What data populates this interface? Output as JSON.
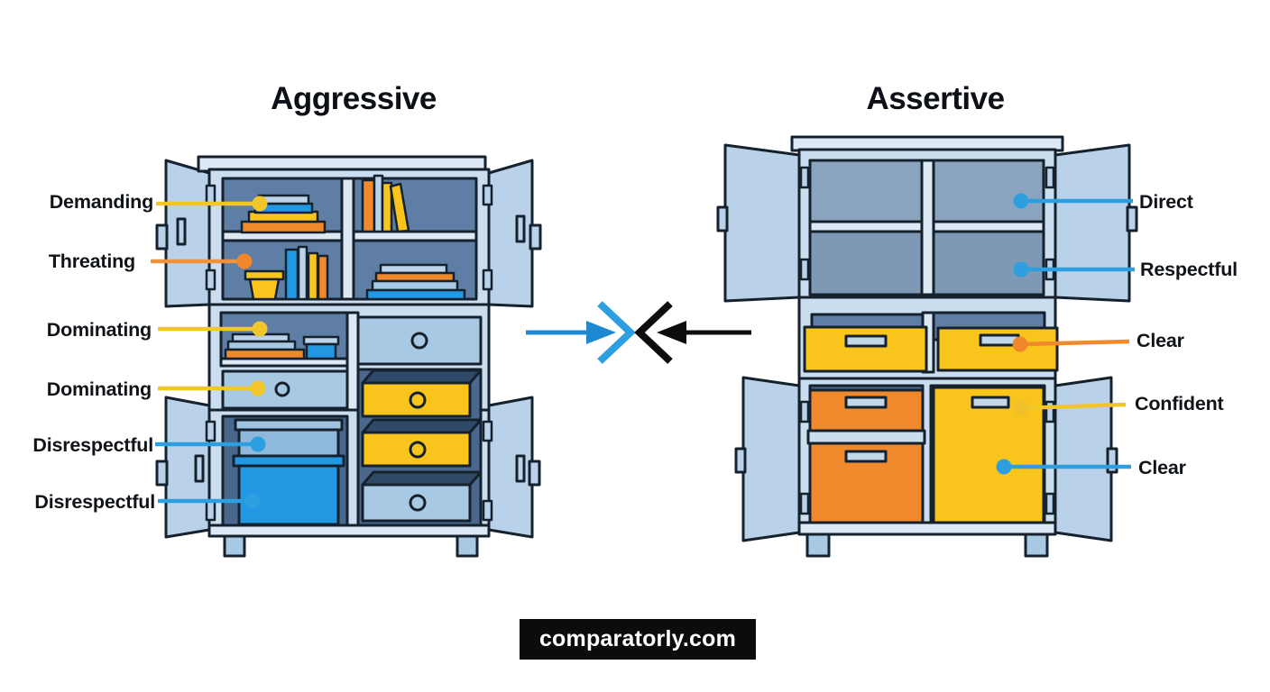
{
  "left_panel": {
    "title": "Aggressive",
    "labels": [
      {
        "text": "Demanding",
        "color": "#F0C62A"
      },
      {
        "text": "Threating",
        "color": "#F0923C"
      },
      {
        "text": "Dominating",
        "color": "#F0C62A"
      },
      {
        "text": "Dominating",
        "color": "#F0C62A"
      },
      {
        "text": "Disrespectful",
        "color": "#2D9FE0"
      },
      {
        "text": "Disrespectful",
        "color": "#2D9FE0"
      }
    ]
  },
  "right_panel": {
    "title": "Assertive",
    "labels": [
      {
        "text": "Direct",
        "color": "#2D9FE0"
      },
      {
        "text": "Respectful",
        "color": "#2D9FE0"
      },
      {
        "text": "Clear",
        "color": "#F0892B"
      },
      {
        "text": "Confident",
        "color": "#F0C62A"
      },
      {
        "text": "Clear",
        "color": "#2D9FE0"
      }
    ]
  },
  "center": {
    "left_arrow_icon": "arrow-right-icon",
    "right_arrow_icon": "arrow-left-icon"
  },
  "watermark": {
    "text": "comparatorly.com",
    "background": "#0C0C0C",
    "text_color": "#FFFFFF"
  },
  "palette": {
    "yellow": "#F9C51D",
    "orange": "#F0892B",
    "blue": "#2297E2",
    "door_blue": "#B9D2E9",
    "frame_blue": "#CBDEF0",
    "interior_slate": "#5E7EA5",
    "cavity_dark": "#4A688E",
    "outline": "#15212D"
  }
}
